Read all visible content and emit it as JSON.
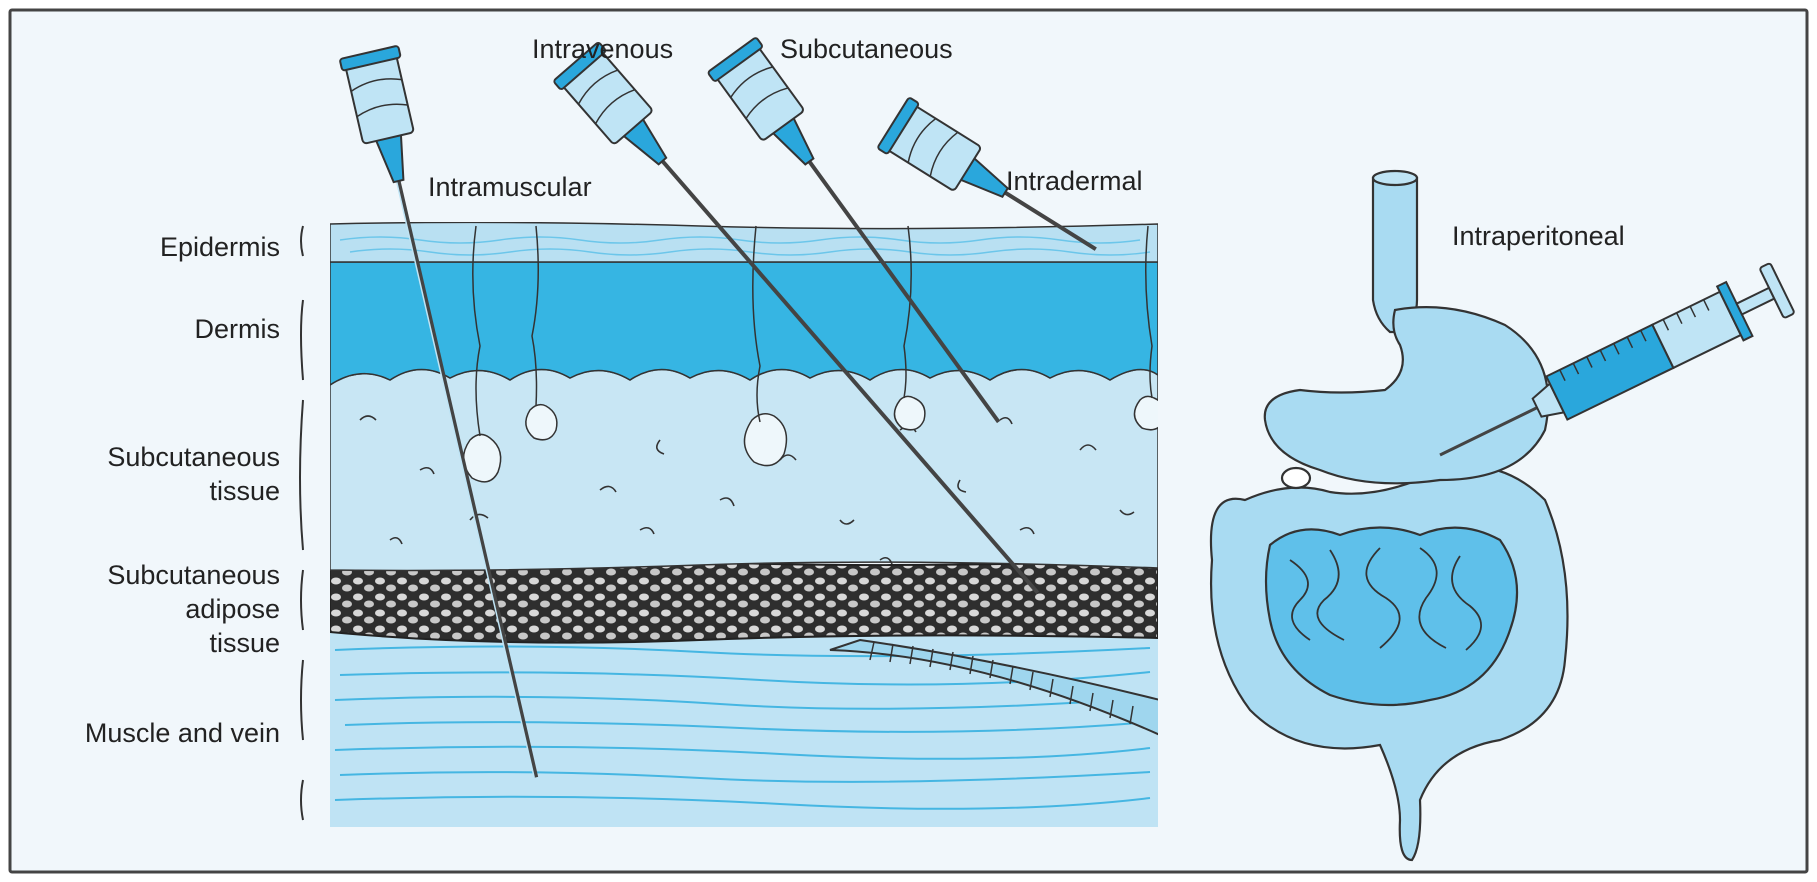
{
  "figure": {
    "background_color": "#f1f7fb",
    "colors": {
      "skin_light": "#c8e6f4",
      "skin_mid": "#a9d7ee",
      "dermis": "#36b5e3",
      "muscle": "#bfe3f4",
      "adipose": "#2e2e2e",
      "outline": "#3a3a3a",
      "syringe_body": "#bfe4f5",
      "syringe_accent": "#2aa7dc",
      "organ_fill": "#a9dbf2",
      "organ_dark": "#5fc0ea"
    }
  },
  "layers": {
    "epidermis": "Epidermis",
    "dermis": "Dermis",
    "subcutaneous_tissue_1": "Subcutaneous",
    "subcutaneous_tissue_2": "tissue",
    "adipose_1": "Subcutaneous",
    "adipose_2": "adipose",
    "adipose_3": "tissue",
    "muscle": "Muscle and vein"
  },
  "routes": {
    "intramuscular": "Intramuscular",
    "intravenous": "Intravenous",
    "subcutaneous": "Subcutaneous",
    "intradermal": "Intradermal",
    "intraperitoneal": "Intraperitoneal"
  }
}
